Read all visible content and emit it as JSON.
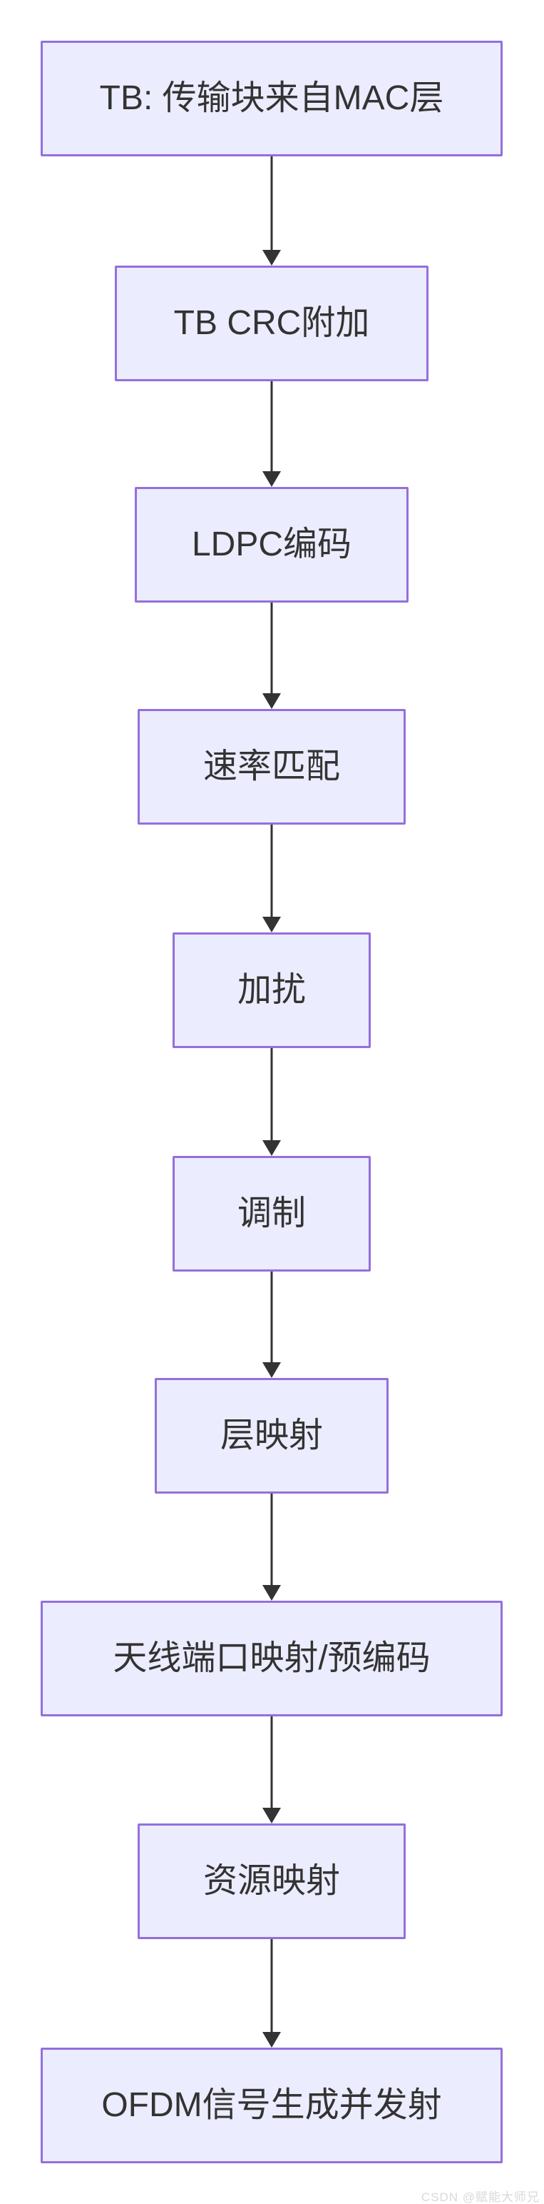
{
  "flowchart": {
    "type": "vertical-flowchart",
    "nodes": [
      {
        "label": "TB: 传输块来自MAC层"
      },
      {
        "label": "TB CRC附加"
      },
      {
        "label": "LDPC编码"
      },
      {
        "label": "速率匹配"
      },
      {
        "label": "加扰"
      },
      {
        "label": "调制"
      },
      {
        "label": "层映射"
      },
      {
        "label": "天线端口映射/预编码"
      },
      {
        "label": "资源映射"
      },
      {
        "label": "OFDM信号生成并发射"
      }
    ],
    "edges": [
      {
        "from": 0,
        "to": 1
      },
      {
        "from": 1,
        "to": 2
      },
      {
        "from": 2,
        "to": 3
      },
      {
        "from": 3,
        "to": 4
      },
      {
        "from": 4,
        "to": 5
      },
      {
        "from": 5,
        "to": 6
      },
      {
        "from": 6,
        "to": 7
      },
      {
        "from": 7,
        "to": 8
      },
      {
        "from": 8,
        "to": 9
      }
    ],
    "colors": {
      "node_fill": "#ECECFF",
      "node_border": "#9370DB",
      "edge_color": "#333333",
      "text_color": "#333333",
      "background": "#FFFFFF",
      "watermark_color": "#D9D9D9"
    }
  },
  "watermark": {
    "text": "CSDN @赋能大师兄"
  }
}
